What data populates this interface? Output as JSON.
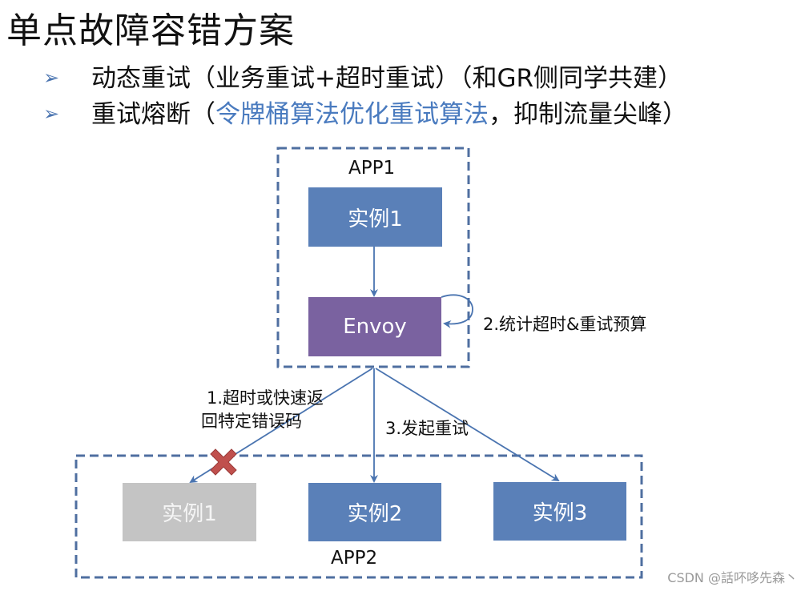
{
  "title": "单点故障容错方案",
  "bullets": [
    {
      "text": "动态重试（业务重试+超时重试）（和GR侧同学共建）"
    },
    {
      "prefix": "重试熔断（",
      "highlight": "令牌桶算法优化重试算法",
      "suffix": "，抑制流量尖峰）"
    }
  ],
  "diagram": {
    "app1": {
      "label": "APP1",
      "instance": "实例1",
      "envoy": "Envoy",
      "self_note": "2.统计超时&重试预算"
    },
    "app2": {
      "label": "APP2",
      "instances": [
        "实例1",
        "实例2",
        "实例3"
      ]
    },
    "annotations": {
      "failure": [
        "1.超时或快速返",
        "回特定错误码"
      ],
      "retry": "3.发起重试"
    },
    "colors": {
      "box_blue": "#5a80b8",
      "envoy_purple": "#7a62a0",
      "failed_gray": "#c4c4c4",
      "dashed_border": "#4f6fa0",
      "arrow": "#4a74b0",
      "cross": "#c0504d"
    }
  },
  "watermark": "CSDN @話吥哆先森丶"
}
